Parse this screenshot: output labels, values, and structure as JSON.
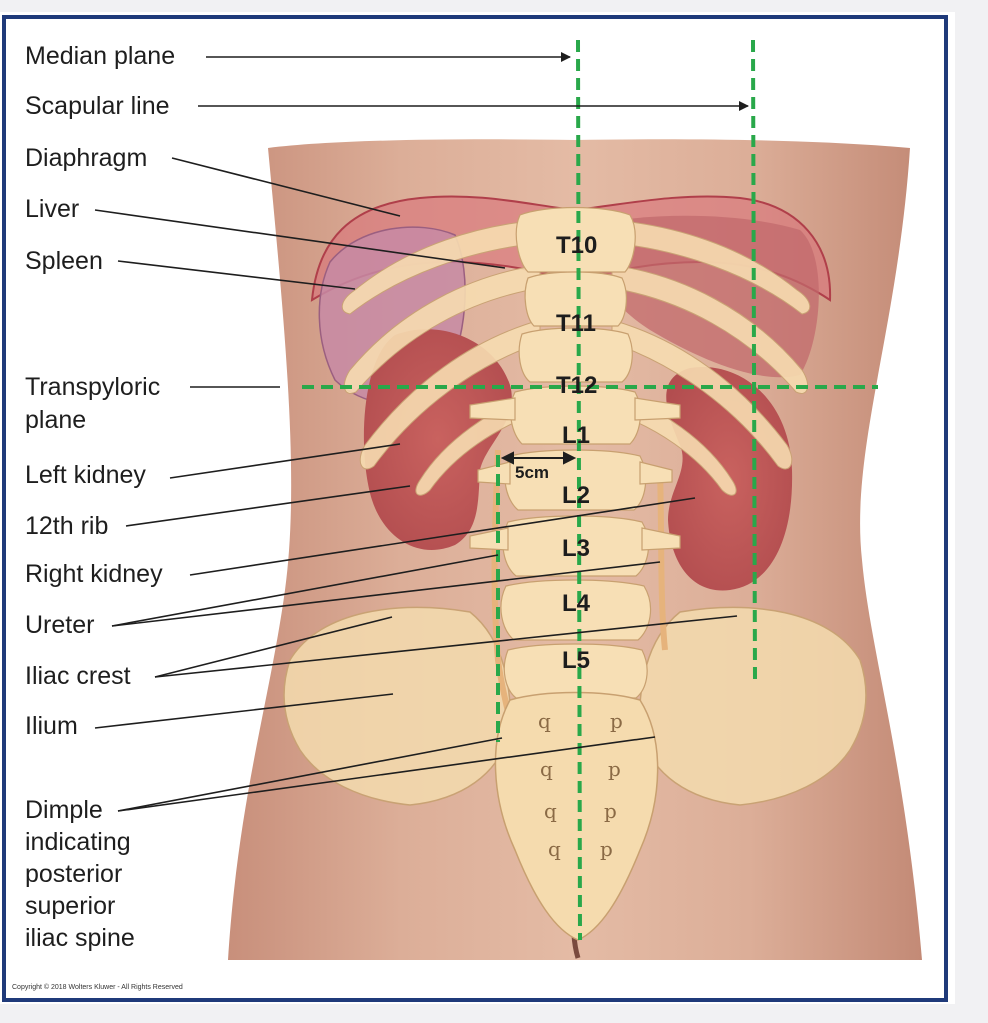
{
  "labels": {
    "median_plane": "Median plane",
    "scapular_line": "Scapular line",
    "diaphragm": "Diaphragm",
    "liver": "Liver",
    "spleen": "Spleen",
    "transpyloric_1": "Transpyloric",
    "transpyloric_2": "plane",
    "left_kidney": "Left kidney",
    "twelfth_rib": "12th rib",
    "right_kidney": "Right kidney",
    "ureter": "Ureter",
    "iliac_crest": "Iliac crest",
    "ilium": "Ilium",
    "dimple_1": "Dimple",
    "dimple_2": "indicating",
    "dimple_3": "posterior",
    "dimple_4": "superior",
    "dimple_5": "iliac spine"
  },
  "vertebrae": {
    "t10": "T10",
    "t11": "T11",
    "t12": "T12",
    "l1": "L1",
    "l2": "L2",
    "l3": "L3",
    "l4": "L4",
    "l5": "L5"
  },
  "measurement": "5cm",
  "copyright": "Copyright © 2018 Wolters Kluwer - All Rights Reserved",
  "colors": {
    "frame": "#1f3a7a",
    "skin": "#dba98e",
    "bone": "#f6dcb0",
    "organ": "#c3595c",
    "guide_line": "#29a84a"
  }
}
